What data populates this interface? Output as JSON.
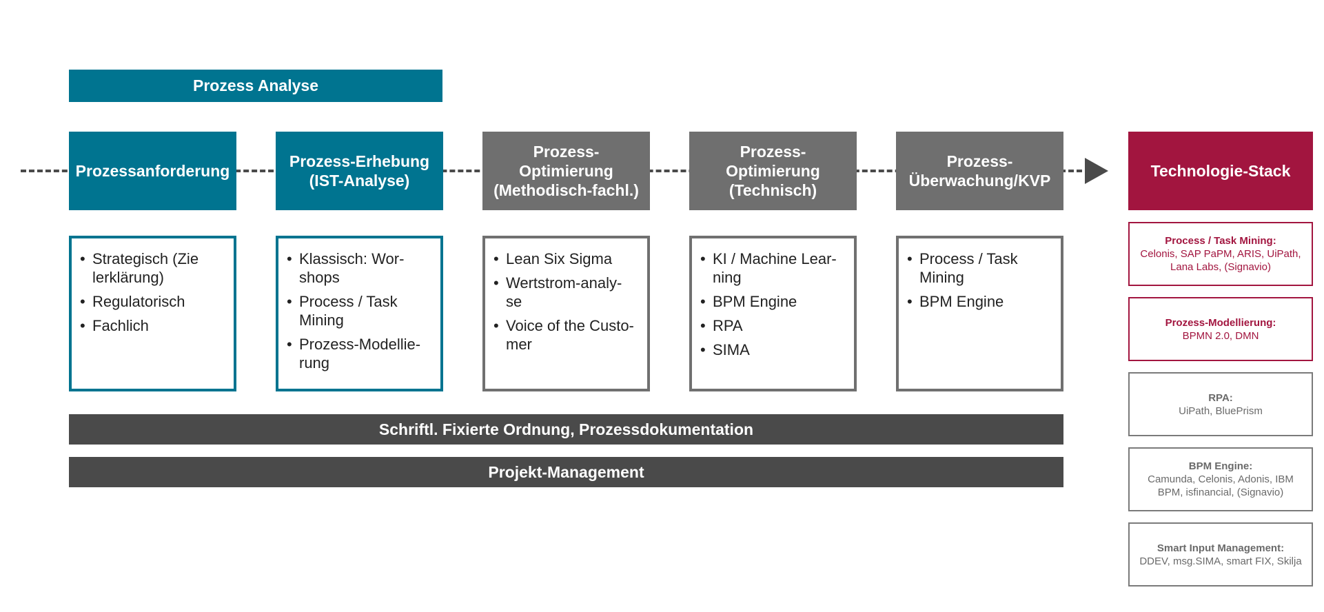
{
  "banner": {
    "label": "Prozess Analyse"
  },
  "steps": [
    {
      "title": "Prozessanforderung",
      "items": [
        "Strategisch (Zie lerklärung)",
        "Regulatorisch",
        "Fachlich"
      ]
    },
    {
      "title": "Prozess-Erhebung (IST-Analyse)",
      "items": [
        "Klassisch: Wor- shops",
        "Process / Task Mining",
        "Prozess-Modellie- rung"
      ]
    },
    {
      "title": "Prozess- Optimierung (Methodisch-fachl.)",
      "items": [
        "Lean Six Sigma",
        "Wertstrom-analy- se",
        "Voice of the Custo- mer"
      ]
    },
    {
      "title": "Prozess- Optimierung (Technisch)",
      "items": [
        "KI / Machine Lear- ning",
        "BPM Engine",
        "RPA",
        "SIMA"
      ]
    },
    {
      "title": "Prozess- Überwachung/KVP",
      "items": [
        "Process / Task Mining",
        "BPM Engine"
      ]
    }
  ],
  "bars": {
    "documentation": "Schriftl. Fixierte Ordnung, Prozessdokumentation",
    "project": "Projekt-Management"
  },
  "tech_stack": {
    "title": "Technologie-Stack",
    "items": [
      {
        "title": "Process / Task Mining:",
        "text": "Celonis, SAP PaPM, ARIS, UiPath, Lana Labs, (Signavio)"
      },
      {
        "title": "Prozess-Modellierung:",
        "text": "BPMN 2.0, DMN"
      },
      {
        "title": "RPA:",
        "text": "UiPath, BluePrism"
      },
      {
        "title": "BPM Engine:",
        "text": "Camunda, Celonis, Adonis, IBM BPM, isfinancial, (Signavio)"
      },
      {
        "title": "Smart Input Management:",
        "text": "DDEV, msg.SIMA, smart FIX, Skilja"
      }
    ]
  },
  "colors": {
    "teal": "#007490",
    "gray": "#6f6f6f",
    "dark": "#4a4a4a",
    "crimson": "#a2153f"
  }
}
